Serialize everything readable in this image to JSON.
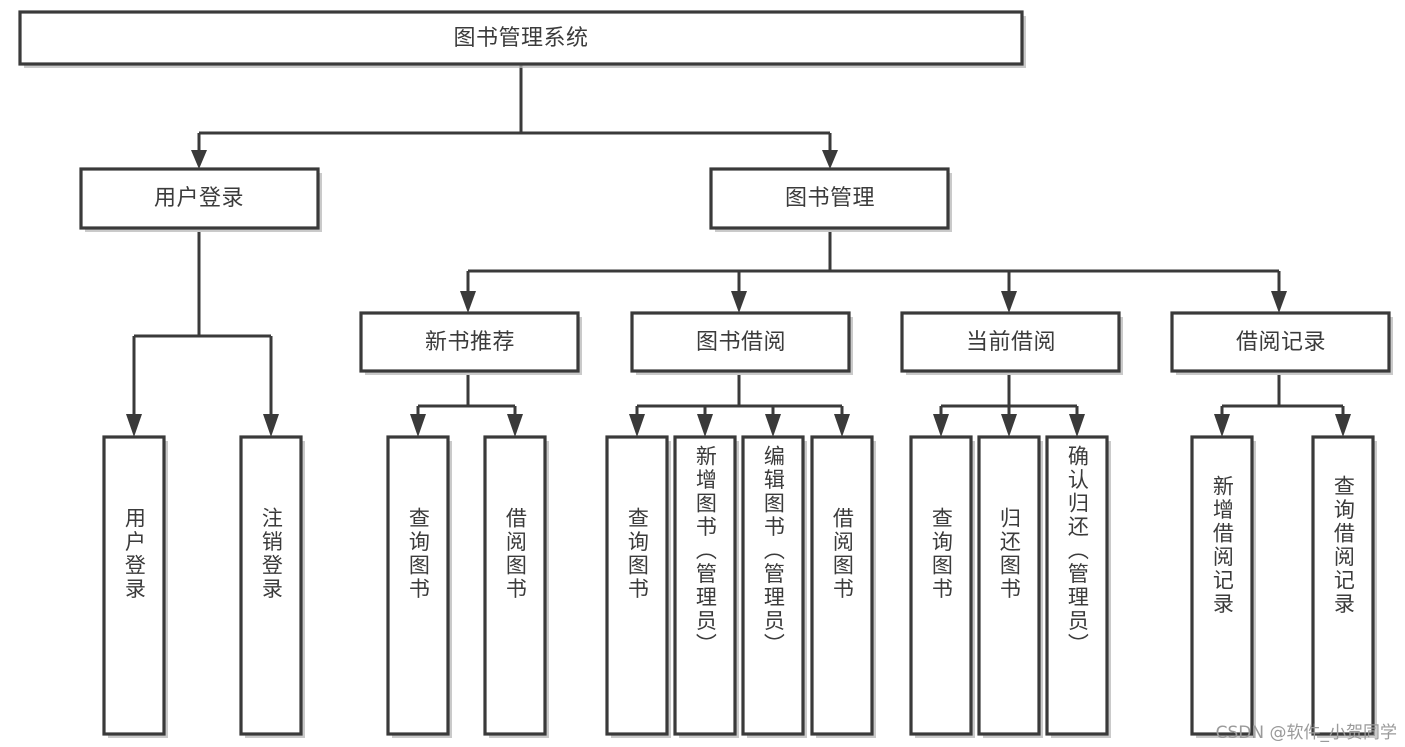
{
  "diagram": {
    "type": "tree-hierarchy",
    "title": "图书管理系统",
    "root": {
      "id": "root",
      "label": "图书管理系统",
      "orientation": "horizontal"
    },
    "level2": [
      {
        "id": "user-login",
        "label": "用户登录",
        "orientation": "horizontal"
      },
      {
        "id": "book-management",
        "label": "图书管理",
        "orientation": "horizontal"
      }
    ],
    "level3": [
      {
        "id": "new-book-recommend",
        "label": "新书推荐",
        "orientation": "horizontal",
        "parent": "book-management"
      },
      {
        "id": "book-borrow",
        "label": "图书借阅",
        "orientation": "horizontal",
        "parent": "book-management"
      },
      {
        "id": "current-borrow",
        "label": "当前借阅",
        "orientation": "horizontal",
        "parent": "book-management"
      },
      {
        "id": "borrow-record",
        "label": "借阅记录",
        "orientation": "horizontal",
        "parent": "book-management"
      }
    ],
    "leaves": [
      {
        "id": "leaf-user-login",
        "label": "用户登录",
        "orientation": "vertical",
        "parent": "user-login"
      },
      {
        "id": "leaf-logout-login",
        "label": "注销登录",
        "orientation": "vertical",
        "parent": "user-login"
      },
      {
        "id": "leaf-query-book-1",
        "label": "查询图书",
        "orientation": "vertical",
        "parent": "new-book-recommend"
      },
      {
        "id": "leaf-borrow-book-1",
        "label": "借阅图书",
        "orientation": "vertical",
        "parent": "new-book-recommend"
      },
      {
        "id": "leaf-query-book-2",
        "label": "查询图书",
        "orientation": "vertical",
        "parent": "book-borrow"
      },
      {
        "id": "leaf-add-book",
        "label": "新增图书（管理员）",
        "orientation": "vertical",
        "parent": "book-borrow"
      },
      {
        "id": "leaf-edit-book",
        "label": "编辑图书（管理员）",
        "orientation": "vertical",
        "parent": "book-borrow"
      },
      {
        "id": "leaf-borrow-book-2",
        "label": "借阅图书",
        "orientation": "vertical",
        "parent": "book-borrow"
      },
      {
        "id": "leaf-query-book-3",
        "label": "查询图书",
        "orientation": "vertical",
        "parent": "current-borrow"
      },
      {
        "id": "leaf-return-book",
        "label": "归还图书",
        "orientation": "vertical",
        "parent": "current-borrow"
      },
      {
        "id": "leaf-confirm-return",
        "label": "确认归还（管理员）",
        "orientation": "vertical",
        "parent": "current-borrow"
      },
      {
        "id": "leaf-add-record",
        "label": "新增借阅记录",
        "orientation": "vertical",
        "parent": "borrow-record"
      },
      {
        "id": "leaf-query-record",
        "label": "查询借阅记录",
        "orientation": "vertical",
        "parent": "borrow-record"
      }
    ],
    "colors": {
      "background": "#ffffff",
      "box_fill": "#ffffff",
      "box_stroke": "#3a3a3a",
      "text": "#3b3b3b",
      "connector": "#3a3a3a",
      "watermark": "#9a9a9a"
    }
  },
  "watermark": {
    "text": "CSDN @软件_小贺同学"
  }
}
